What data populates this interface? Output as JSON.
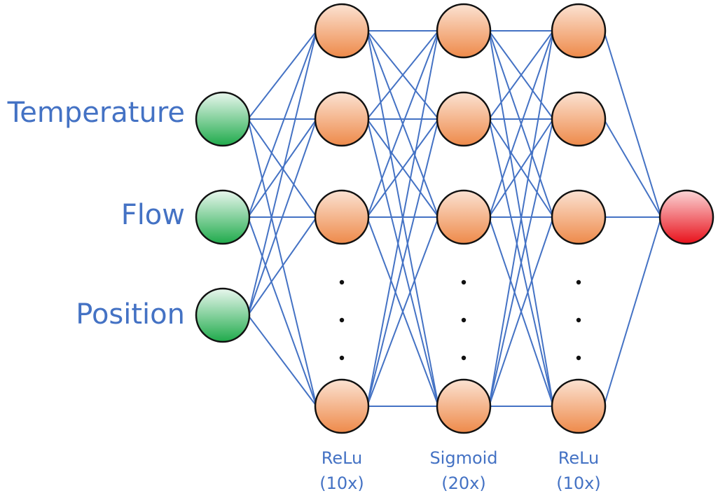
{
  "inputs": [
    {
      "label": "Temperature"
    },
    {
      "label": "Flow"
    },
    {
      "label": "Position"
    }
  ],
  "hidden_layers": [
    {
      "activation": "ReLu",
      "count": "(10x)"
    },
    {
      "activation": "Sigmoid",
      "count": "(20x)"
    },
    {
      "activation": "ReLu",
      "count": "(10x)"
    }
  ],
  "colors": {
    "edge": "#4472c4",
    "label": "#4472c4",
    "input_node": "#1faa4b",
    "hidden_node": "#ee8a4a",
    "output_node": "#e8101a",
    "node_stroke": "#111111"
  }
}
